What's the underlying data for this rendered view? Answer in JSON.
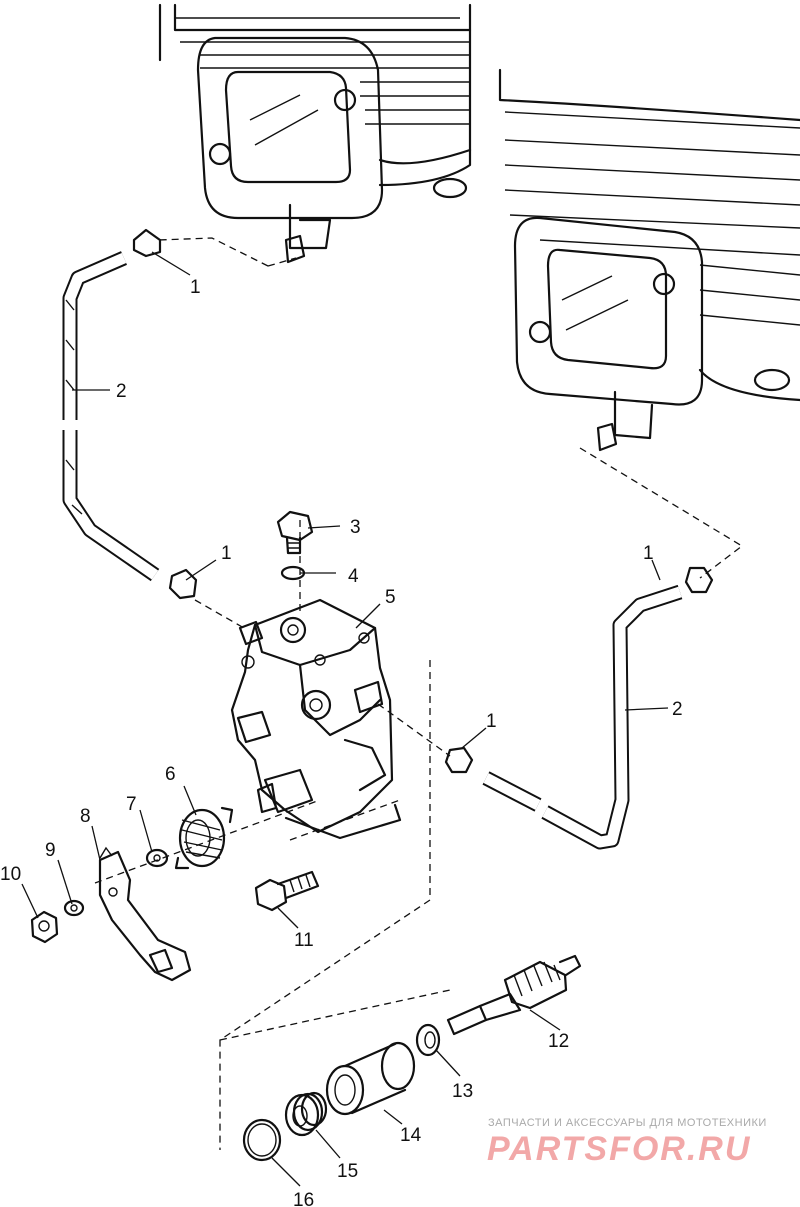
{
  "callouts": [
    {
      "id": "c1a",
      "text": "1"
    },
    {
      "id": "c2a",
      "text": "2"
    },
    {
      "id": "c1b",
      "text": "1"
    },
    {
      "id": "c3",
      "text": "3"
    },
    {
      "id": "c4",
      "text": "4"
    },
    {
      "id": "c5",
      "text": "5"
    },
    {
      "id": "c1c",
      "text": "1"
    },
    {
      "id": "c2b",
      "text": "2"
    },
    {
      "id": "c1d",
      "text": "1"
    },
    {
      "id": "c6",
      "text": "6"
    },
    {
      "id": "c7",
      "text": "7"
    },
    {
      "id": "c8",
      "text": "8"
    },
    {
      "id": "c9",
      "text": "9"
    },
    {
      "id": "c10",
      "text": "10"
    },
    {
      "id": "c11",
      "text": "11"
    },
    {
      "id": "c12",
      "text": "12"
    },
    {
      "id": "c13",
      "text": "13"
    },
    {
      "id": "c14",
      "text": "14"
    },
    {
      "id": "c15",
      "text": "15"
    },
    {
      "id": "c16",
      "text": "16"
    }
  ],
  "watermark": {
    "caption": "ЗАПЧАСТИ И АКСЕССУАРЫ ДЛЯ МОТОТЕХНИКИ",
    "brand": "PARTSFOR.RU"
  }
}
